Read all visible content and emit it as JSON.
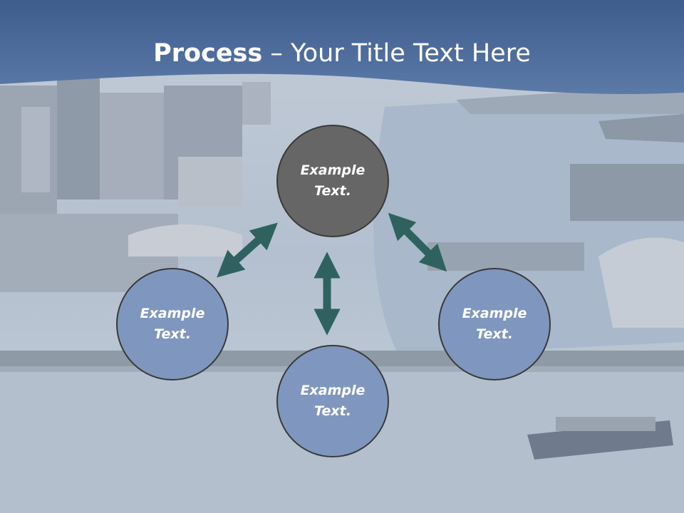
{
  "slide": {
    "title_bold": "Process",
    "title_rest": " – Your Title Text Here"
  },
  "nodes": [
    {
      "id": "top",
      "text": "Example Text.",
      "fill": "#666666"
    },
    {
      "id": "left",
      "text": "Example Text.",
      "fill": "#7f97be"
    },
    {
      "id": "bottom",
      "text": "Example Text.",
      "fill": "#7f97be"
    },
    {
      "id": "right",
      "text": "Example Text.",
      "fill": "#7f97be"
    }
  ],
  "colors": {
    "header_band": "#4d6c9c",
    "arrow": "#2f625e",
    "background": "#b9c4d3"
  }
}
